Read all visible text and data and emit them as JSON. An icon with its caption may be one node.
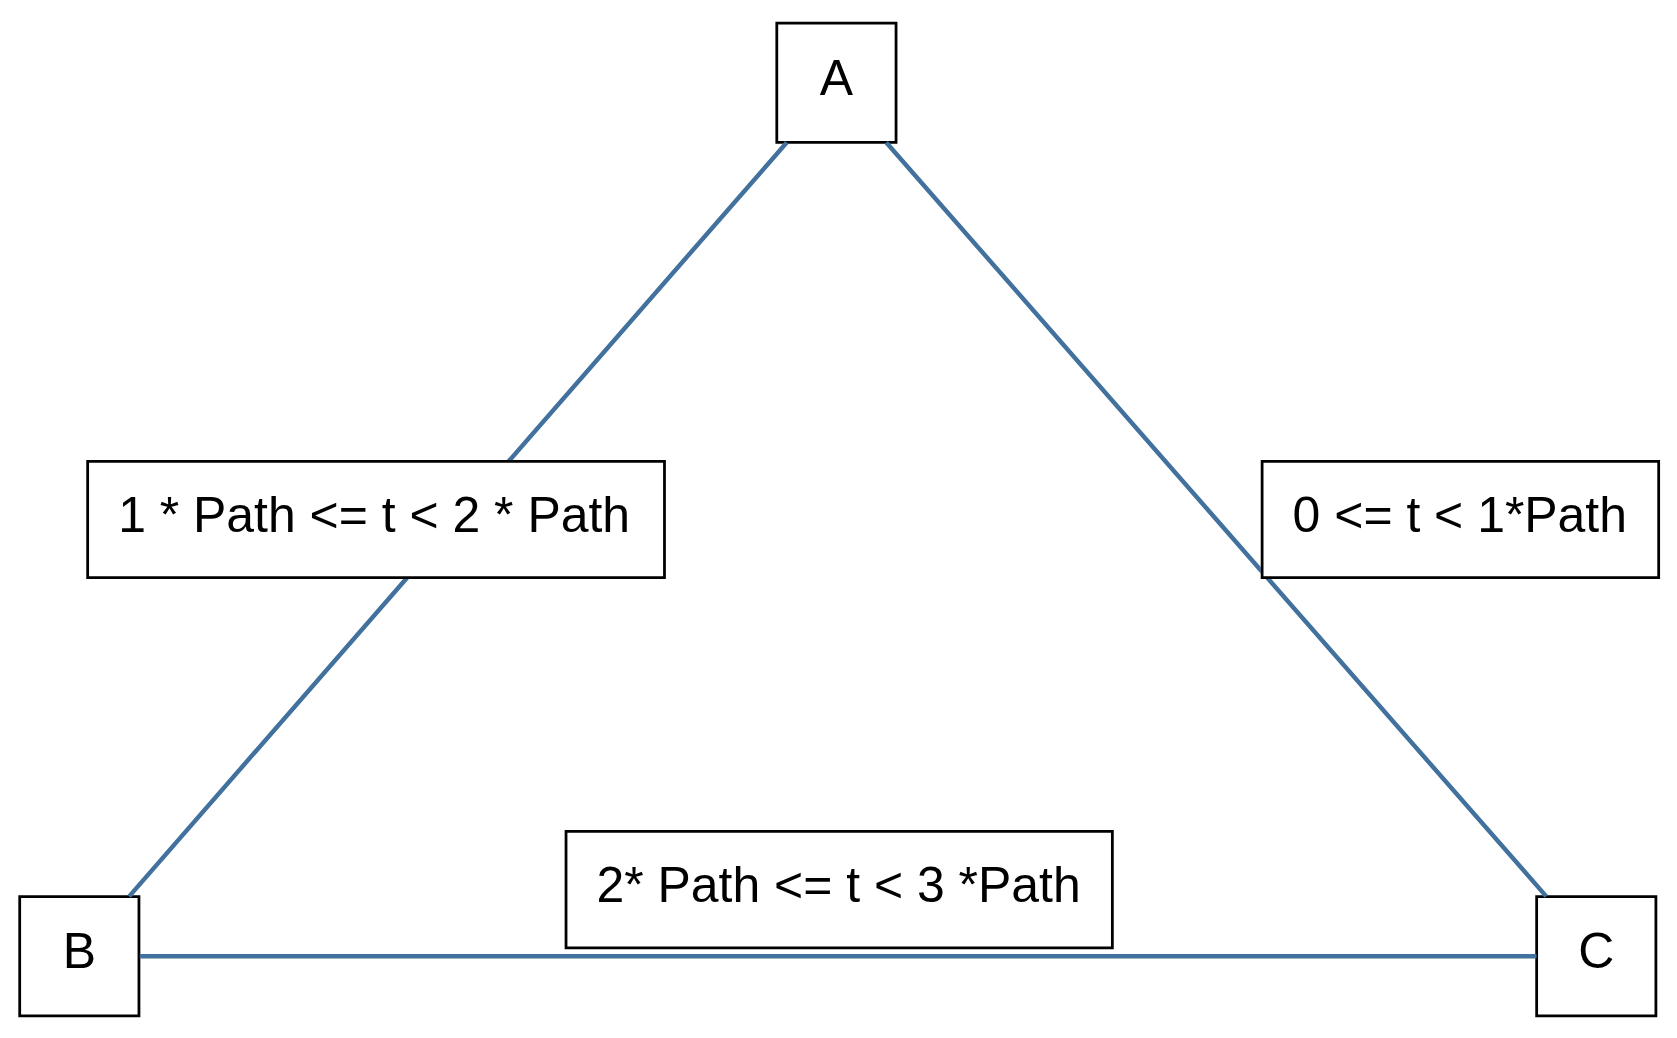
{
  "diagram": {
    "nodes": [
      {
        "text": [
          "A"
        ]
      },
      {
        "text": [
          "B"
        ]
      },
      {
        "text": [
          "C"
        ]
      }
    ],
    "edges": [
      {
        "from": 0,
        "to": 2,
        "arrow": "none",
        "label": "0 <= t < 1*Path"
      },
      {
        "from": 0,
        "to": 1,
        "arrow": "none",
        "label": "1 * Path <= t < 2 * Path"
      },
      {
        "from": 1,
        "to": 2,
        "arrow": "none",
        "label": "2* Path <= t < 3 *Path"
      }
    ]
  }
}
